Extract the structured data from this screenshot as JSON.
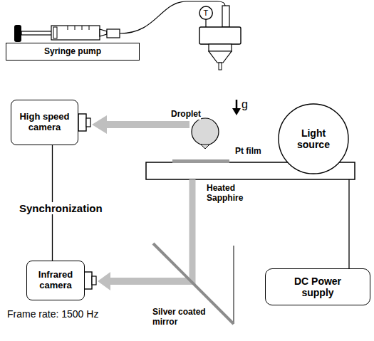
{
  "diagram": {
    "nodes": [
      {
        "text": [
          "T"
        ]
      },
      {
        "text": [
          "Syringe pump"
        ]
      },
      {
        "text": [
          "High speed camera"
        ]
      },
      {
        "text": [
          "Light source"
        ]
      },
      {
        "text": [
          "Infrared camera"
        ]
      },
      {
        "text": [
          "DC Power supply"
        ]
      }
    ],
    "edges": [
      {
        "from": 2,
        "to": 4,
        "label": "Synchronization",
        "arrow": "none"
      }
    ],
    "labels": [
      "g",
      "Droplet",
      "Pt film",
      "Heated Sapphire",
      "Frame rate: 1500 Hz",
      "Silver coated mirror"
    ]
  }
}
